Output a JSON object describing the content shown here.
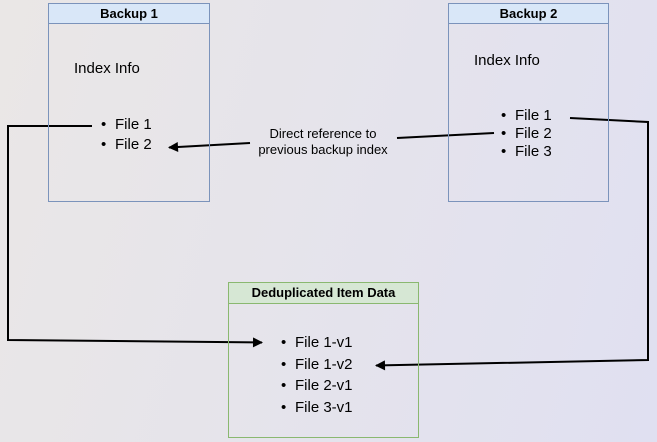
{
  "colors": {
    "bg_from": "#eae7e6",
    "bg_to": "#e0e0f1",
    "blue_fill": "#d9e7f8",
    "blue_border": "#7b93bb",
    "green_fill": "#d6e7d4",
    "green_border": "#8ab870",
    "line": "#000000"
  },
  "backup1": {
    "title": "Backup 1",
    "subtitle": "Index Info",
    "items": [
      "File 1",
      "File 2"
    ]
  },
  "backup2": {
    "title": "Backup 2",
    "subtitle": "Index Info",
    "items": [
      "File 1",
      "File 2",
      "File 3"
    ]
  },
  "dedup": {
    "title": "Deduplicated Item Data",
    "items": [
      "File 1-v1",
      "File 1-v2",
      "File 2-v1",
      "File 3-v1"
    ]
  },
  "annotation": {
    "line1": "Direct reference to",
    "line2": "previous backup index"
  }
}
